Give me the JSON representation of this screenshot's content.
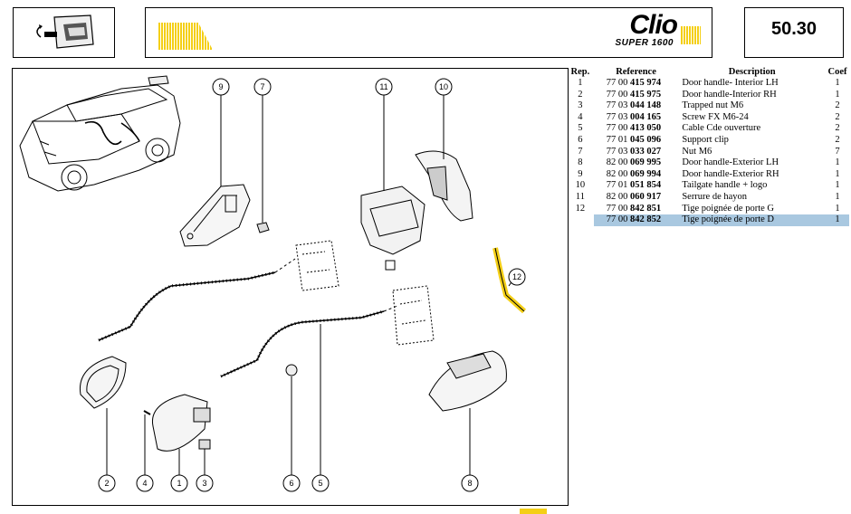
{
  "page_code": "50.30",
  "brand": {
    "model": "Clio",
    "edition": "SUPER 1600"
  },
  "colors": {
    "accent_yellow": "#f4cf16",
    "highlight_blue": "#a9c8e0",
    "line": "#000000"
  },
  "header_icon": "door-handle-icon",
  "table": {
    "headers": {
      "rep": "Rep.",
      "reference": "Reference",
      "description": "Description",
      "coef": "Coef"
    },
    "rows": [
      {
        "rep": "1",
        "ref_a": "77 00",
        "ref_b": "415 974",
        "description": "Door handle- Interior LH",
        "coef": "1"
      },
      {
        "rep": "2",
        "ref_a": "77 00",
        "ref_b": "415 975",
        "description": "Door handle-Interior RH",
        "coef": "1"
      },
      {
        "rep": "3",
        "ref_a": "77 03",
        "ref_b": "044 148",
        "description": "Trapped nut M6",
        "coef": "2"
      },
      {
        "rep": "4",
        "ref_a": "77 03",
        "ref_b": "004 165",
        "description": "Screw FX M6-24",
        "coef": "2"
      },
      {
        "rep": "5",
        "ref_a": "77 00",
        "ref_b": "413 050",
        "description": "Cable Cde ouverture",
        "coef": "2"
      },
      {
        "rep": "6",
        "ref_a": "77 01",
        "ref_b": "045 096",
        "description": "Support clip",
        "coef": "2"
      },
      {
        "rep": "7",
        "ref_a": "77 03",
        "ref_b": "033 027",
        "description": "Nut M6",
        "coef": "7"
      },
      {
        "rep": "8",
        "ref_a": "82 00",
        "ref_b": "069 995",
        "description": "Door handle-Exterior LH",
        "coef": "1"
      },
      {
        "rep": "9",
        "ref_a": "82 00",
        "ref_b": "069 994",
        "description": "Door handle-Exterior RH",
        "coef": "1"
      },
      {
        "rep": "10",
        "ref_a": "77 01",
        "ref_b": "051 854",
        "description": "Tailgate handle + logo",
        "coef": "1"
      },
      {
        "rep": "11",
        "ref_a": "82 00",
        "ref_b": "060 917",
        "description": "Serrure de hayon",
        "coef": "1"
      },
      {
        "rep": "12",
        "ref_a": "77 00",
        "ref_b": "842 851",
        "description": "Tige poignée de porte G",
        "coef": "1"
      },
      {
        "rep": "",
        "ref_a": "77 00",
        "ref_b": "842 852",
        "description": "Tige poignée de porte D",
        "coef": "1"
      }
    ]
  },
  "callouts": [
    "9",
    "7",
    "11",
    "10",
    "12",
    "2",
    "4",
    "1",
    "3",
    "6",
    "5",
    "8"
  ]
}
